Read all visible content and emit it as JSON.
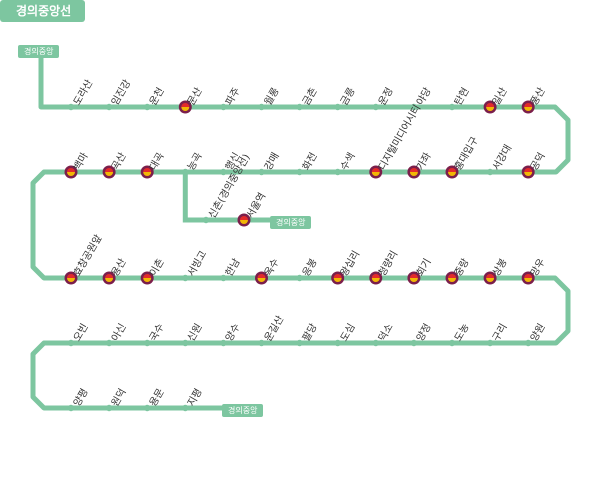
{
  "title": "경의중앙선",
  "tags": {
    "start": "경의중앙",
    "branch": "경의중앙",
    "end": "경의중앙"
  },
  "colors": {
    "line": "#7dc6a0",
    "station": "#7dc6a0",
    "transfer_outer": "#7b1f4b",
    "transfer_red": "#e32b2b",
    "transfer_yellow": "#f2b705"
  },
  "rows": [
    {
      "stations": [
        {
          "name": "도라산",
          "transfer": false
        },
        {
          "name": "임진강",
          "transfer": false
        },
        {
          "name": "운천",
          "transfer": false
        },
        {
          "name": "문산",
          "transfer": true
        },
        {
          "name": "파주",
          "transfer": false
        },
        {
          "name": "월롱",
          "transfer": false
        },
        {
          "name": "금촌",
          "transfer": false
        },
        {
          "name": "금릉",
          "transfer": false
        },
        {
          "name": "운정",
          "transfer": false
        },
        {
          "name": "야당",
          "transfer": false
        },
        {
          "name": "탄현",
          "transfer": false
        },
        {
          "name": "일산",
          "transfer": true
        },
        {
          "name": "풍산",
          "transfer": true
        }
      ]
    },
    {
      "stations": [
        {
          "name": "공덕",
          "transfer": true
        },
        {
          "name": "서강대",
          "transfer": false
        },
        {
          "name": "홍대입구",
          "transfer": true
        },
        {
          "name": "가좌",
          "transfer": true
        },
        {
          "name": "디지털미디어시티",
          "transfer": true
        },
        {
          "name": "수색",
          "transfer": false
        },
        {
          "name": "화전",
          "transfer": false
        },
        {
          "name": "강매",
          "transfer": false
        },
        {
          "name": "행신",
          "transfer": false
        },
        {
          "name": "능곡",
          "transfer": false
        },
        {
          "name": "대곡",
          "transfer": true
        },
        {
          "name": "곡산",
          "transfer": true
        },
        {
          "name": "백마",
          "transfer": true
        }
      ]
    },
    {
      "stations": [
        {
          "name": "효창공원앞",
          "transfer": true
        },
        {
          "name": "용산",
          "transfer": true
        },
        {
          "name": "이촌",
          "transfer": true
        },
        {
          "name": "서빙고",
          "transfer": false
        },
        {
          "name": "한남",
          "transfer": false
        },
        {
          "name": "옥수",
          "transfer": true
        },
        {
          "name": "응봉",
          "transfer": false
        },
        {
          "name": "왕십리",
          "transfer": true
        },
        {
          "name": "청량리",
          "transfer": true
        },
        {
          "name": "회기",
          "transfer": true
        },
        {
          "name": "중랑",
          "transfer": true
        },
        {
          "name": "상봉",
          "transfer": true
        },
        {
          "name": "망우",
          "transfer": true
        }
      ]
    },
    {
      "stations": [
        {
          "name": "양원",
          "transfer": false
        },
        {
          "name": "구리",
          "transfer": false
        },
        {
          "name": "도농",
          "transfer": false
        },
        {
          "name": "양정",
          "transfer": false
        },
        {
          "name": "덕소",
          "transfer": false
        },
        {
          "name": "도심",
          "transfer": false
        },
        {
          "name": "팔당",
          "transfer": false
        },
        {
          "name": "운길산",
          "transfer": false
        },
        {
          "name": "양수",
          "transfer": false
        },
        {
          "name": "신원",
          "transfer": false
        },
        {
          "name": "국수",
          "transfer": false
        },
        {
          "name": "아신",
          "transfer": false
        },
        {
          "name": "오빈",
          "transfer": false
        }
      ]
    },
    {
      "stations": [
        {
          "name": "양평",
          "transfer": false
        },
        {
          "name": "원덕",
          "transfer": false
        },
        {
          "name": "용문",
          "transfer": false
        },
        {
          "name": "지평",
          "transfer": false
        }
      ]
    }
  ],
  "branch": {
    "stations": [
      {
        "name": "신촌(경의중앙선)",
        "transfer": false
      },
      {
        "name": "서울역",
        "transfer": true
      }
    ]
  }
}
